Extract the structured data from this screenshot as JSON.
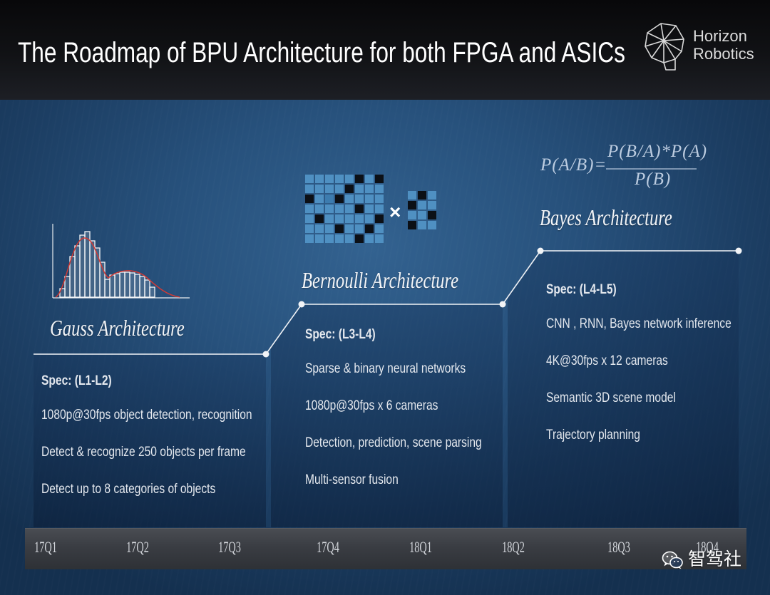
{
  "slide": {
    "title": "The Roadmap of BPU Architecture for both FPGA and ASICs"
  },
  "brand": {
    "logo_icon": "horizon-robotics-head-icon",
    "line1": "Horizon",
    "line2": "Robotics"
  },
  "architectures": [
    {
      "name": "Gauss Architecture",
      "illustration_icon": "histogram-icon",
      "spec": "Spec: (L1-L2)",
      "items": [
        "1080p@30fps object detection, recognition",
        "Detect & recognize 250 objects per frame",
        "Detect up to 8 categories of objects"
      ]
    },
    {
      "name": "Bernoulli Architecture",
      "illustration_icon": "sparse-matrix-icon",
      "operator": "×",
      "spec": "Spec: (L3-L4)",
      "items": [
        "Sparse & binary neural networks",
        "1080p@30fps x 6 cameras",
        "Detection, prediction, scene parsing",
        "Multi-sensor fusion"
      ]
    },
    {
      "name": "Bayes Architecture",
      "formula": {
        "lhs": "P(A/B)=",
        "numerator": "P(B/A)*P(A)",
        "denominator": "P(B)"
      },
      "spec": "Spec: (L4-L5)",
      "items": [
        "CNN , RNN, Bayes network inference",
        "4K@30fps x 12 cameras",
        "Semantic 3D scene model",
        "Trajectory planning"
      ]
    }
  ],
  "timeline": {
    "quarters": [
      "17Q1",
      "17Q2",
      "17Q3",
      "17Q4",
      "18Q1",
      "18Q2",
      "18Q3",
      "18Q4"
    ]
  },
  "watermark": {
    "icon": "wechat-icon",
    "text": "智驾社"
  },
  "theme": {
    "text": "#e4e8ee",
    "roadmap_line": "#f2f4f7",
    "histogram_curve": "#d23a34",
    "matrix_light": "#4f90c2",
    "matrix_mid": "#3d7caf",
    "matrix_dark": "#0c1016",
    "timeline_label": "#d3d6db"
  }
}
